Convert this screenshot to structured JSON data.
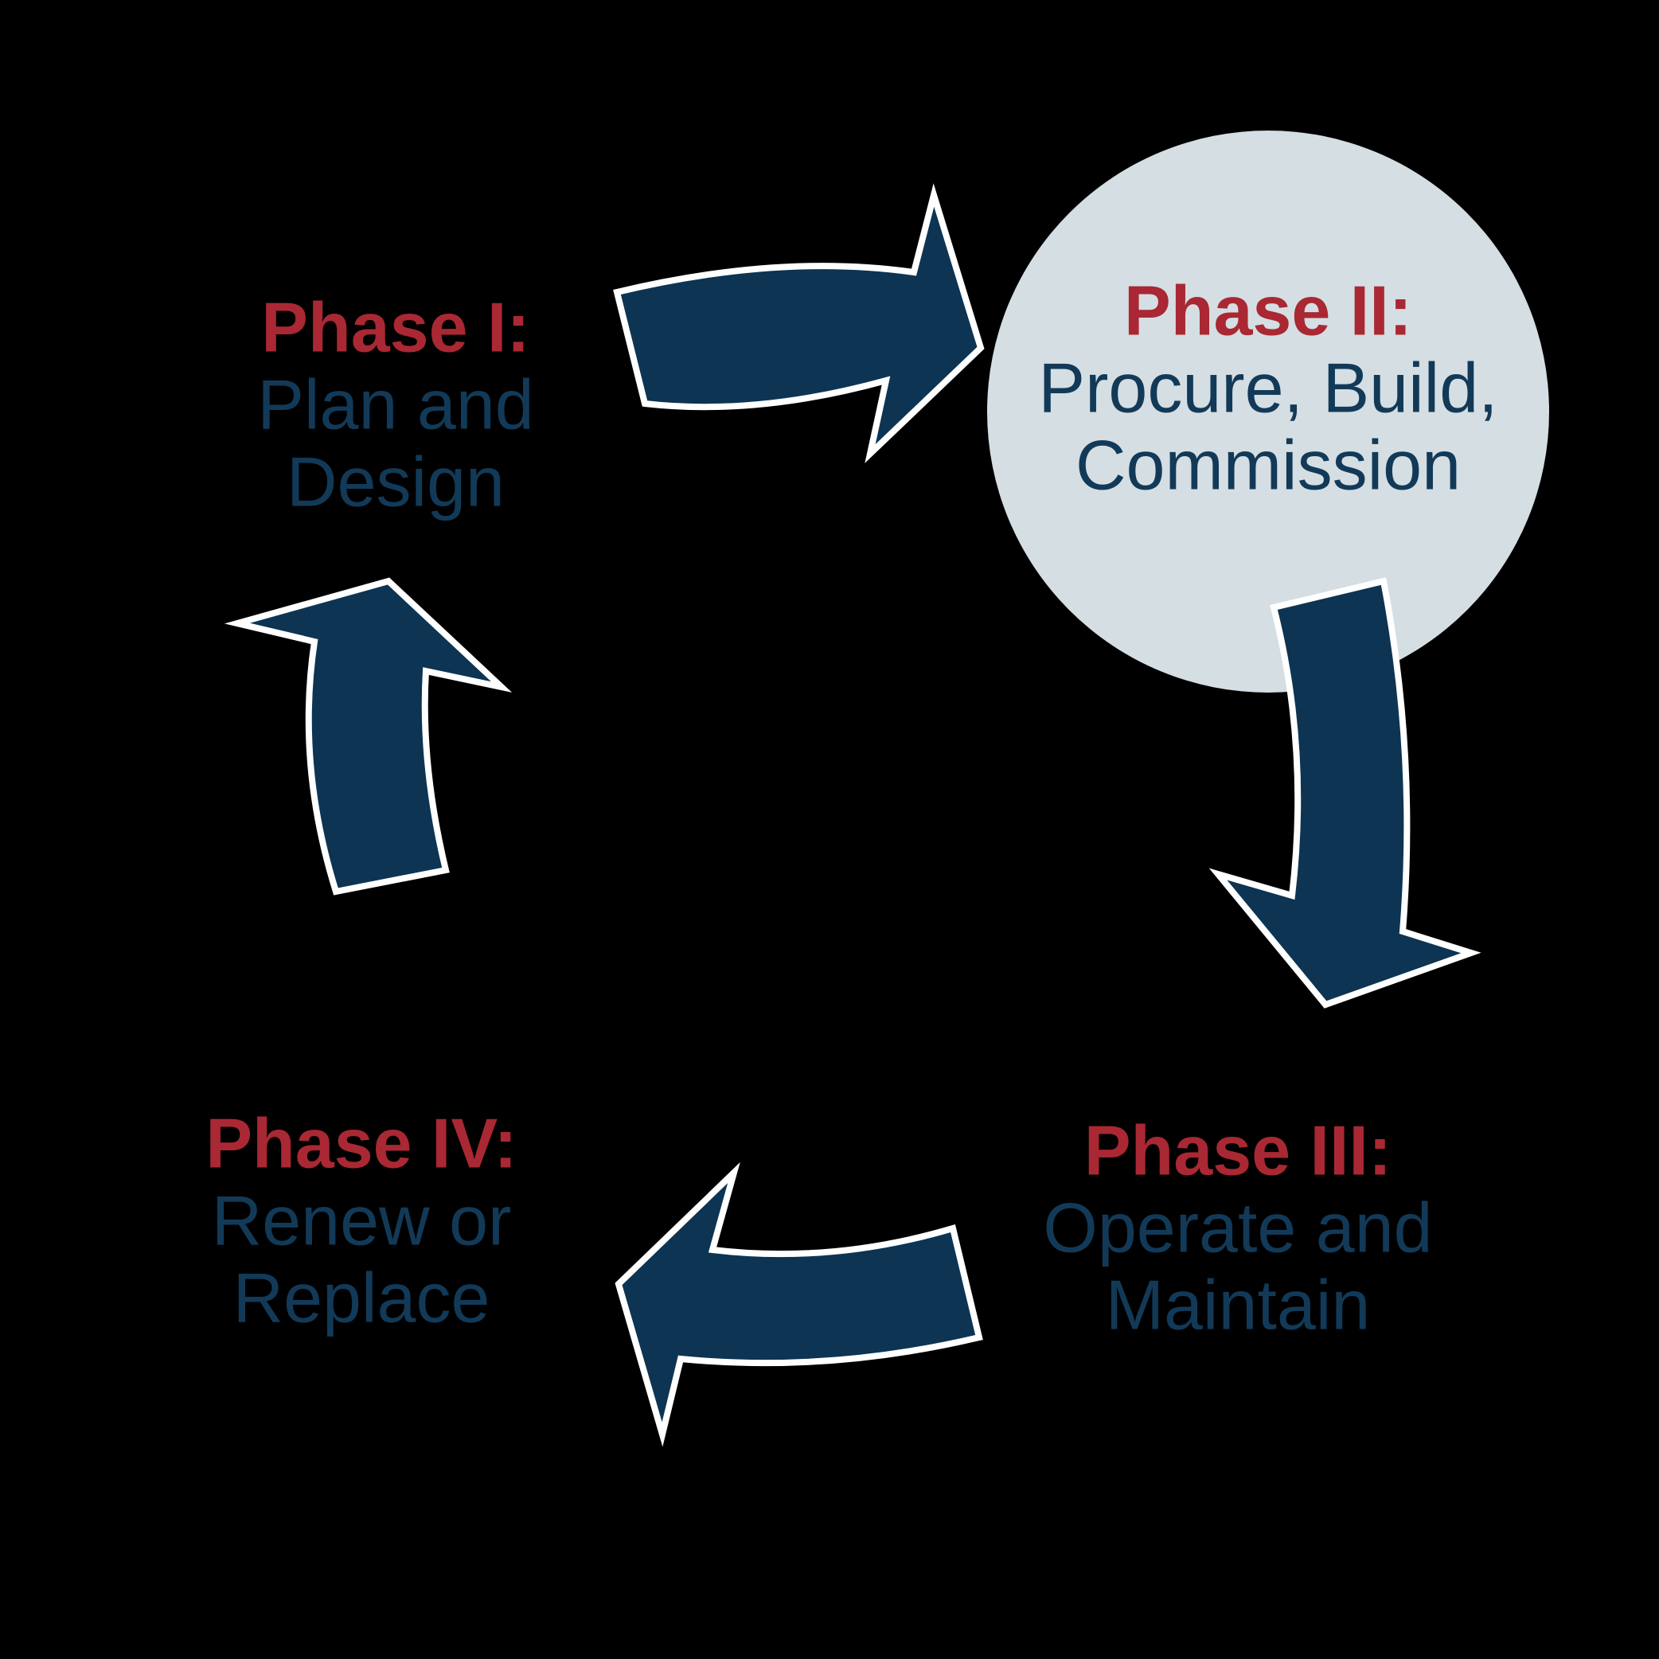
{
  "colors": {
    "bg": "#000000",
    "navy": "#0d3452",
    "red": "#a92833",
    "navy_text": "#123a58",
    "circle_fill": "#d5dee3",
    "outline": "#ffffff"
  },
  "diagram": {
    "type": "cycle",
    "description": "Four-phase asset life-cycle loop running clockwise",
    "phases": [
      {
        "id": "phase-1",
        "title": "Phase I:",
        "lines": [
          "Plan and",
          "Design"
        ],
        "highlighted": false
      },
      {
        "id": "phase-2",
        "title": "Phase II:",
        "lines": [
          "Procure, Build,",
          "Commission"
        ],
        "highlighted": true
      },
      {
        "id": "phase-3",
        "title": "Phase III:",
        "lines": [
          "Operate and",
          "Maintain"
        ],
        "highlighted": false
      },
      {
        "id": "phase-4",
        "title": "Phase IV:",
        "lines": [
          "Renew or",
          "Replace"
        ],
        "highlighted": false
      }
    ],
    "highlight_shape": "circle behind Phase II",
    "arrows": [
      {
        "id": "arrow-1-to-2",
        "from": "Phase I",
        "to": "Phase II",
        "direction": "right"
      },
      {
        "id": "arrow-2-to-3",
        "from": "Phase II",
        "to": "Phase III",
        "direction": "down"
      },
      {
        "id": "arrow-3-to-4",
        "from": "Phase III",
        "to": "Phase IV",
        "direction": "left"
      },
      {
        "id": "arrow-4-to-1",
        "from": "Phase IV",
        "to": "Phase I",
        "direction": "up"
      }
    ]
  }
}
